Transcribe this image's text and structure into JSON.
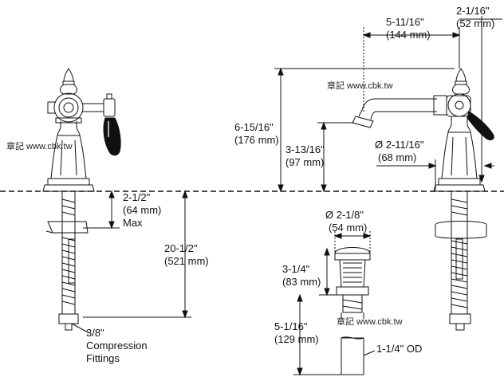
{
  "watermark": "章記 www.cbk.tw",
  "dimensions": {
    "spout_reach": "5-11/16\"",
    "spout_reach_mm": "(144 mm)",
    "handle_offset": "2-1/16\"",
    "handle_offset_mm": "(52 mm)",
    "overall_height": "6-15/16\"",
    "overall_height_mm": "(176 mm)",
    "spout_height": "3-13/16\"",
    "spout_height_mm": "(97 mm)",
    "base_diameter": "Ø 2-11/16\"",
    "base_diameter_mm": "(68 mm)",
    "deck_thickness": "2-1/2\"",
    "deck_thickness_mm": "(64 mm)",
    "deck_max": "Max",
    "supply_length": "20-1/2\"",
    "supply_length_mm": "(521 mm)",
    "drain_diameter": "Ø 2-1/8\"",
    "drain_diameter_mm": "(54 mm)",
    "drain_flange_height": "3-1/4\"",
    "drain_flange_height_mm": "(83 mm)",
    "drain_body_length": "5-1/16\"",
    "drain_body_length_mm": "(129 mm)",
    "tailpiece_od": "1-1/4\" OD"
  },
  "notes": {
    "fitting_size": "3/8\"",
    "fitting_line1": "Compression",
    "fitting_line2": "Fittings"
  }
}
